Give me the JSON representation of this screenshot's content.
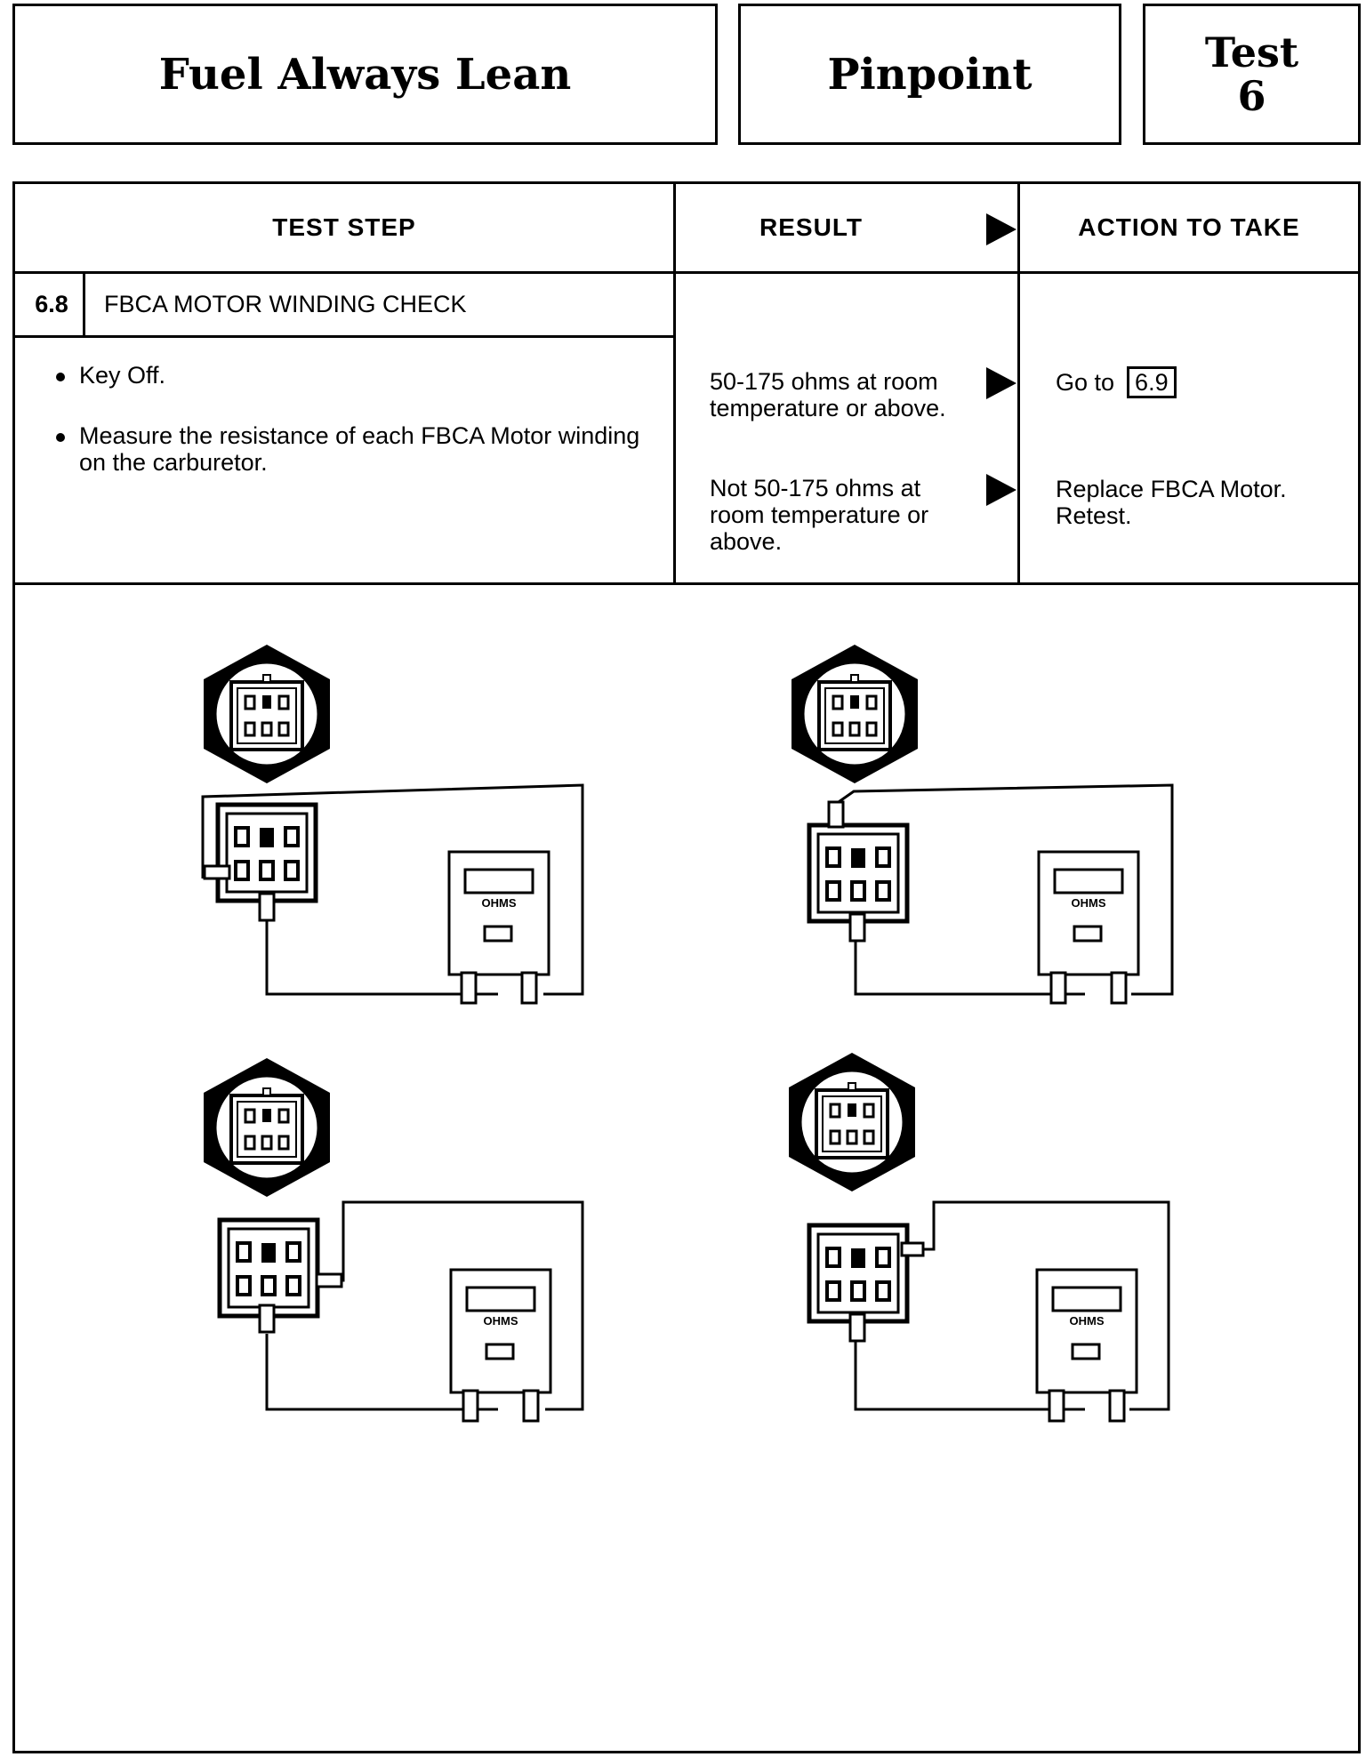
{
  "header": {
    "title": "Fuel Always Lean",
    "pinpoint": "Pinpoint",
    "test_label": "Test",
    "test_number": "6"
  },
  "columns": {
    "test_step": "TEST STEP",
    "result": "RESULT",
    "action": "ACTION TO TAKE"
  },
  "step": {
    "number": "6.8",
    "title": "FBCA MOTOR WINDING CHECK",
    "bullets": [
      "Key Off.",
      "Measure the resistance of each FBCA Motor winding on the carburetor."
    ]
  },
  "results": [
    {
      "result": "50-175 ohms at room temperature or above.",
      "action_prefix": "Go to",
      "action_ref": "6.9",
      "action": ""
    },
    {
      "result": "Not 50-175 ohms at room temperature or above.",
      "action_prefix": "",
      "action_ref": "",
      "action": "Replace FBCA Motor. Retest."
    }
  ],
  "diagrams": {
    "meter_label": "OHMS",
    "count": 4
  }
}
